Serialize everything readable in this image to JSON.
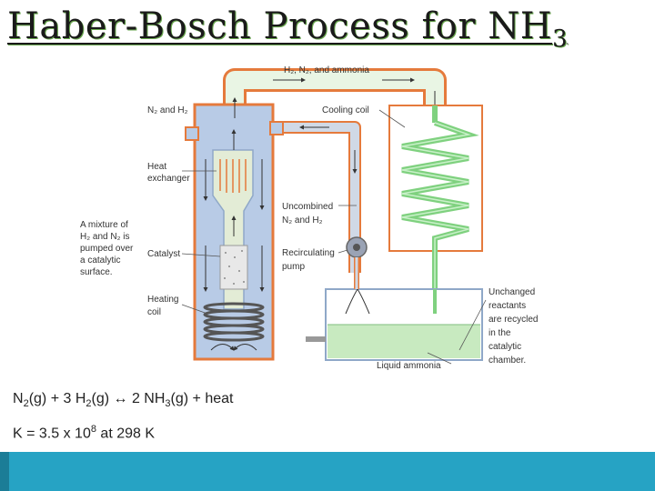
{
  "slide": {
    "title_main": "Haber-Bosch Process for NH",
    "title_sub": "3"
  },
  "diagram": {
    "labels": {
      "top_flow": "H₂, N₂, and ammonia",
      "n2_h2": "N₂ and H₂",
      "cooling_coil": "Cooling coil",
      "heat_exchanger_1": "Heat",
      "heat_exchanger_2": "exchanger",
      "mixture_1": "A mixture of",
      "mixture_2": "H₂ and N₂ is",
      "mixture_3": "pumped over",
      "mixture_4": "a catalytic",
      "mixture_5": "surface.",
      "catalyst": "Catalyst",
      "uncombined_1": "Uncombined",
      "uncombined_2": "N₂ and H₂",
      "recirculating_1": "Recirculating",
      "recirculating_2": "pump",
      "heating_coil_1": "Heating",
      "heating_coil_2": "coil",
      "unchanged_1": "Unchanged",
      "unchanged_2": "reactants",
      "unchanged_3": "are recycled",
      "unchanged_4": "in the",
      "unchanged_5": "catalytic",
      "unchanged_6": "chamber.",
      "liquid_ammonia": "Liquid ammonia"
    }
  },
  "equation": {
    "n": "N",
    "n_sub": "2",
    "mid1": "(g) + 3 H",
    "h_sub": "2",
    "mid2": "(g) ↔ 2 NH",
    "nh_sub": "3",
    "end": "(g) + heat"
  },
  "constant": {
    "prefix": "K  =  3.5 x 10",
    "exp": "8",
    "suffix": " at 298 K"
  },
  "colors": {
    "vessel": "#b8cbe6",
    "pipe_outline": "#e57a3c",
    "coil": "#7fd17f",
    "liquid": "#c8eac0",
    "footer": "#26a3c4"
  }
}
